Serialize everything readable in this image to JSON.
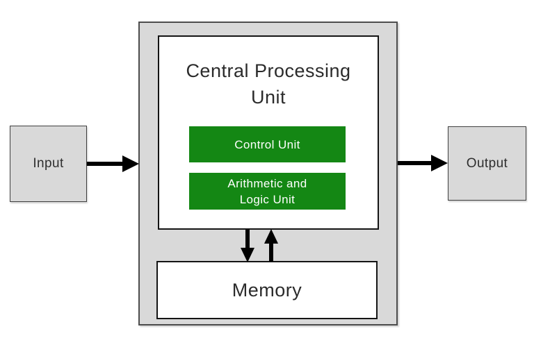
{
  "diagram": {
    "title": "Central Processing Unit",
    "cpu": {
      "control_unit_label": "Control Unit",
      "alu_label": "Arithmetic and Logic Unit"
    },
    "memory_label": "Memory",
    "input_label": "Input",
    "output_label": "Output"
  },
  "colors": {
    "container_gray": "#d9d9d9",
    "io_box_gray": "#d9d9d9",
    "unit_green": "#148714",
    "unit_text_white": "#ffffff",
    "box_border_dark": "#141414",
    "arrow_black": "#000000",
    "text_dark": "#2b2b2b"
  }
}
